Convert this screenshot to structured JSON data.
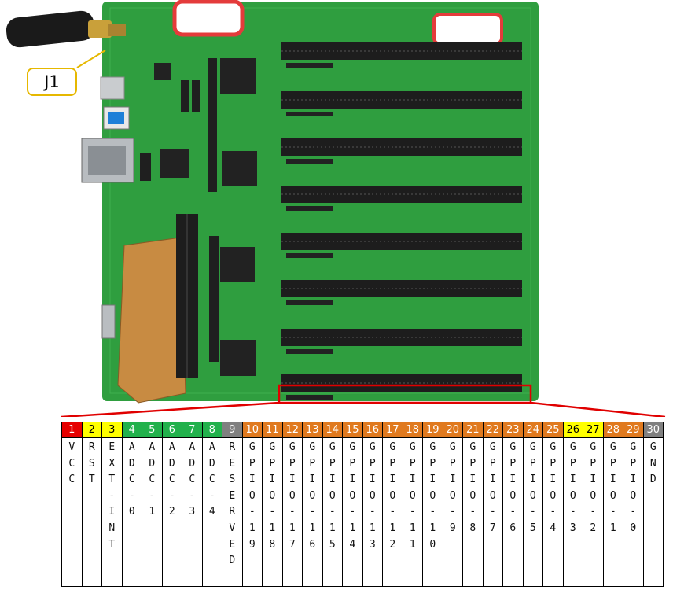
{
  "colors": {
    "red": "#e60000",
    "yellow": "#ffff00",
    "green": "#22b14c",
    "gray": "#808080",
    "orange": "#e07a1f",
    "pcb": "#2f9e3f",
    "header": "#1d1d1d",
    "highlight": "#e00000",
    "callout_border": "#e6b800"
  },
  "callout": {
    "label": "J1"
  },
  "pins": [
    {
      "num": "1",
      "label": "VCC",
      "color": "red",
      "text": "white"
    },
    {
      "num": "2",
      "label": "RST",
      "color": "yellow",
      "text": "black"
    },
    {
      "num": "3",
      "label": "EXT-INT",
      "color": "yellow",
      "text": "black"
    },
    {
      "num": "4",
      "label": "ADC-0",
      "color": "green",
      "text": "white"
    },
    {
      "num": "5",
      "label": "ADC-1",
      "color": "green",
      "text": "white"
    },
    {
      "num": "6",
      "label": "ADC-2",
      "color": "green",
      "text": "white"
    },
    {
      "num": "7",
      "label": "ADC-3",
      "color": "green",
      "text": "white"
    },
    {
      "num": "8",
      "label": "ADC-4",
      "color": "green",
      "text": "white"
    },
    {
      "num": "9",
      "label": "RESERVED",
      "color": "gray",
      "text": "white"
    },
    {
      "num": "10",
      "label": "GPIO-19",
      "color": "orange",
      "text": "white"
    },
    {
      "num": "11",
      "label": "GPIO-18",
      "color": "orange",
      "text": "white"
    },
    {
      "num": "12",
      "label": "GPIO-17",
      "color": "orange",
      "text": "white"
    },
    {
      "num": "13",
      "label": "GPIO-16",
      "color": "orange",
      "text": "white"
    },
    {
      "num": "14",
      "label": "GPIO-15",
      "color": "orange",
      "text": "white"
    },
    {
      "num": "15",
      "label": "GPIO-14",
      "color": "orange",
      "text": "white"
    },
    {
      "num": "16",
      "label": "GPIO-13",
      "color": "orange",
      "text": "white"
    },
    {
      "num": "17",
      "label": "GPIO-12",
      "color": "orange",
      "text": "white"
    },
    {
      "num": "18",
      "label": "GPIO-11",
      "color": "orange",
      "text": "white"
    },
    {
      "num": "19",
      "label": "GPIO-10",
      "color": "orange",
      "text": "white"
    },
    {
      "num": "20",
      "label": "GPIO-9",
      "color": "orange",
      "text": "white"
    },
    {
      "num": "21",
      "label": "GPIO-8",
      "color": "orange",
      "text": "white"
    },
    {
      "num": "22",
      "label": "GPIO-7",
      "color": "orange",
      "text": "white"
    },
    {
      "num": "23",
      "label": "GPIO-6",
      "color": "orange",
      "text": "white"
    },
    {
      "num": "24",
      "label": "GPIO-5",
      "color": "orange",
      "text": "white"
    },
    {
      "num": "25",
      "label": "GPIO-4",
      "color": "orange",
      "text": "white"
    },
    {
      "num": "26",
      "label": "GPIO-3",
      "color": "yellow",
      "text": "black"
    },
    {
      "num": "27",
      "label": "GPIO-2",
      "color": "yellow",
      "text": "black"
    },
    {
      "num": "28",
      "label": "GPIO-1",
      "color": "orange",
      "text": "white"
    },
    {
      "num": "29",
      "label": "GPIO-0",
      "color": "orange",
      "text": "white"
    },
    {
      "num": "30",
      "label": "GND",
      "color": "gray",
      "text": "white"
    }
  ]
}
